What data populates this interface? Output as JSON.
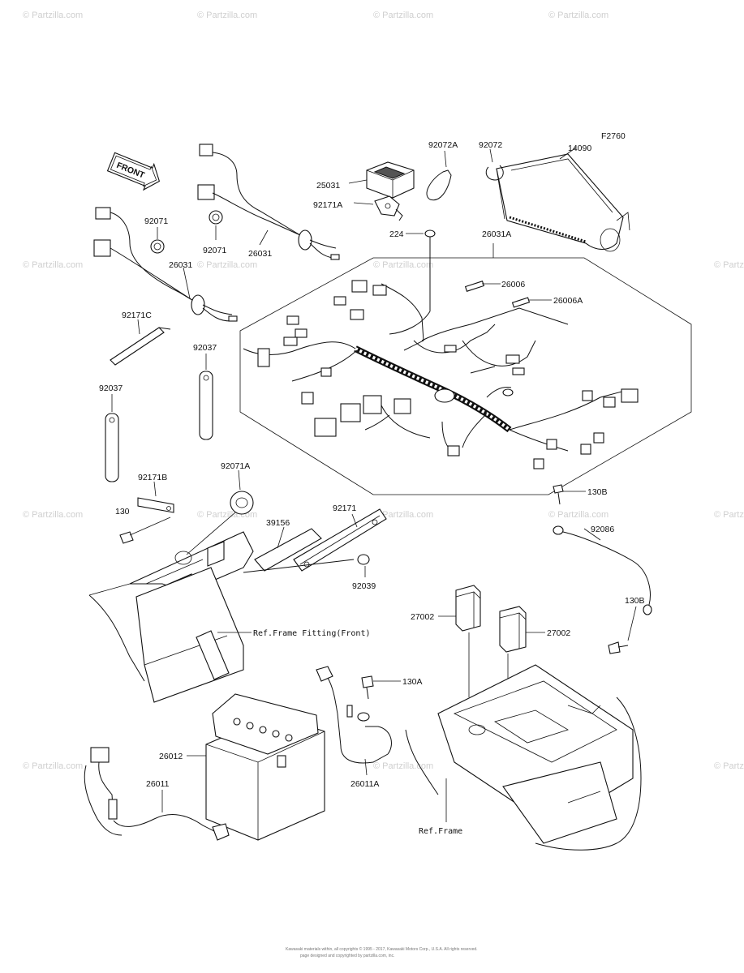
{
  "watermark": "© Partzilla.com",
  "figure_code": "F2760",
  "front_label": "FRONT",
  "callouts": [
    {
      "id": "part-14090",
      "text": "14090"
    },
    {
      "id": "part-92072",
      "text": "92072"
    },
    {
      "id": "part-92072A",
      "text": "92072A"
    },
    {
      "id": "part-25031",
      "text": "25031"
    },
    {
      "id": "part-92171A",
      "text": "92171A"
    },
    {
      "id": "part-224",
      "text": "224"
    },
    {
      "id": "part-26031A",
      "text": "26031A"
    },
    {
      "id": "part-26006",
      "text": "26006"
    },
    {
      "id": "part-26006A",
      "text": "26006A"
    },
    {
      "id": "part-92071-a",
      "text": "92071"
    },
    {
      "id": "part-92071-b",
      "text": "92071"
    },
    {
      "id": "part-26031-a",
      "text": "26031"
    },
    {
      "id": "part-26031-b",
      "text": "26031"
    },
    {
      "id": "part-92171C",
      "text": "92171C"
    },
    {
      "id": "part-92037-a",
      "text": "92037"
    },
    {
      "id": "part-92037-b",
      "text": "92037"
    },
    {
      "id": "part-92171B",
      "text": "92171B"
    },
    {
      "id": "part-92071A",
      "text": "92071A"
    },
    {
      "id": "part-130",
      "text": "130"
    },
    {
      "id": "part-39156",
      "text": "39156"
    },
    {
      "id": "part-92171",
      "text": "92171"
    },
    {
      "id": "part-92039",
      "text": "92039"
    },
    {
      "id": "part-130B-a",
      "text": "130B"
    },
    {
      "id": "part-92086",
      "text": "92086"
    },
    {
      "id": "part-130B-b",
      "text": "130B"
    },
    {
      "id": "part-27002-a",
      "text": "27002"
    },
    {
      "id": "part-27002-b",
      "text": "27002"
    },
    {
      "id": "part-130A",
      "text": "130A"
    },
    {
      "id": "part-26012",
      "text": "26012"
    },
    {
      "id": "part-26011",
      "text": "26011"
    },
    {
      "id": "part-26011A",
      "text": "26011A"
    }
  ],
  "ref_frame_fitting": "Ref.Frame Fitting(Front)",
  "ref_frame": "Ref.Frame",
  "footer_line1": "Kawasaki materials within, all copyrights © 1995 - 2017, Kawasaki Motors Corp., U.S.A. All rights reserved.",
  "footer_line2": "page designed and copyrighted by partzilla.com, inc."
}
